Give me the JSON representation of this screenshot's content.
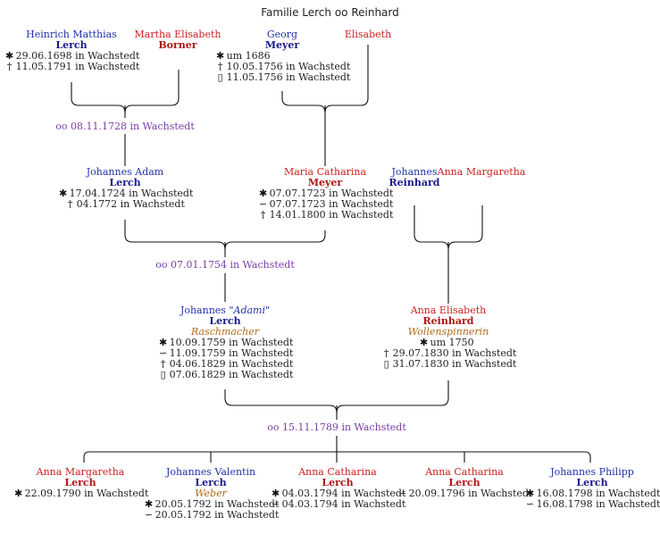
{
  "title": "Familie Lerch oo Reinhard",
  "people": {
    "heinrich": {
      "given": "Heinrich Matthias",
      "surname": "Lerch",
      "sex": "m",
      "events": [
        {
          "sym": "✱",
          "text": "29.06.1698 in Wachstedt"
        },
        {
          "sym": "†",
          "text": "11.05.1791 in Wachstedt"
        }
      ]
    },
    "martha": {
      "given": "Martha Elisabeth",
      "surname": "Borner",
      "sex": "f",
      "events": []
    },
    "georg": {
      "given": "Georg",
      "surname": "Meyer",
      "sex": "m",
      "events": [
        {
          "sym": "✱",
          "text": "um 1686"
        },
        {
          "sym": "†",
          "text": "10.05.1756 in Wachstedt"
        },
        {
          "sym": "▯",
          "text": "11.05.1756 in Wachstedt"
        }
      ]
    },
    "elisabeth": {
      "given": "Elisabeth",
      "surname": "",
      "sex": "f",
      "events": []
    },
    "johannes_adam": {
      "given": "Johannes Adam",
      "surname": "Lerch",
      "sex": "m",
      "events": [
        {
          "sym": "✱",
          "text": "17.04.1724 in Wachstedt"
        },
        {
          "sym": "†",
          "text": "04.1772 in Wachstedt"
        }
      ]
    },
    "maria_catharina": {
      "given": "Maria Catharina",
      "surname": "Meyer",
      "sex": "f",
      "events": [
        {
          "sym": "✱",
          "text": "07.07.1723 in Wachstedt"
        },
        {
          "sym": "∽",
          "text": "07.07.1723 in Wachstedt"
        },
        {
          "sym": "†",
          "text": "14.01.1800 in Wachstedt"
        }
      ]
    },
    "johannes_reinhard": {
      "given": "Johannes",
      "surname": "Reinhard",
      "sex": "m",
      "events": []
    },
    "anna_margaretha_p": {
      "given": "Anna Margaretha",
      "surname": "",
      "sex": "f",
      "events": []
    },
    "johannes_adami": {
      "given": "Johannes ",
      "nick": "\"Adami\"",
      "surname": "Lerch",
      "sex": "m",
      "occupation": "Raschmacher",
      "events": [
        {
          "sym": "✱",
          "text": "10.09.1759 in Wachstedt"
        },
        {
          "sym": "∽",
          "text": "11.09.1759 in Wachstedt"
        },
        {
          "sym": "†",
          "text": "04.06.1829 in Wachstedt"
        },
        {
          "sym": "▯",
          "text": "07.06.1829 in Wachstedt"
        }
      ]
    },
    "anna_elisabeth": {
      "given": "Anna Elisabeth",
      "surname": "Reinhard",
      "sex": "f",
      "occupation": "Wollenspinnerin",
      "events": [
        {
          "sym": "✱",
          "text": "um 1750"
        },
        {
          "sym": "†",
          "text": "29.07.1830 in Wachstedt"
        },
        {
          "sym": "▯",
          "text": "31.07.1830 in Wachstedt"
        }
      ]
    },
    "child1": {
      "given": "Anna Margaretha",
      "surname": "Lerch",
      "sex": "f",
      "events": [
        {
          "sym": "✱",
          "text": "22.09.1790 in Wachstedt"
        }
      ]
    },
    "child2": {
      "given": "Johannes Valentin",
      "surname": "Lerch",
      "sex": "m",
      "occupation": "Weber",
      "events": [
        {
          "sym": "✱",
          "text": "20.05.1792 in Wachstedt"
        },
        {
          "sym": "∽",
          "text": "20.05.1792 in Wachstedt"
        }
      ]
    },
    "child3": {
      "given": "Anna Catharina",
      "surname": "Lerch",
      "sex": "f",
      "events": [
        {
          "sym": "✱",
          "text": "04.03.1794 in Wachstedt"
        },
        {
          "sym": "∽",
          "text": "04.03.1794 in Wachstedt"
        }
      ]
    },
    "child4": {
      "given": "Anna Catharina",
      "surname": "Lerch",
      "sex": "f",
      "events": [
        {
          "sym": "∽",
          "text": "20.09.1796 in Wachstedt"
        }
      ]
    },
    "child5": {
      "given": "Johannes Philipp",
      "surname": "Lerch",
      "sex": "m",
      "events": [
        {
          "sym": "✱",
          "text": "16.08.1798 in Wachstedt"
        },
        {
          "sym": "∽",
          "text": "16.08.1798 in Wachstedt"
        }
      ]
    }
  },
  "marriages": {
    "m1": "oo 08.11.1728 in Wachstedt",
    "m2": "oo 07.01.1754 in Wachstedt",
    "m3": "oo 15.11.1789 in Wachstedt"
  },
  "colors": {
    "male": "#2233aa",
    "female": "#cc2222",
    "marriage": "#7a3ea8",
    "occupation": "#b06b1a",
    "line": "#111111"
  }
}
